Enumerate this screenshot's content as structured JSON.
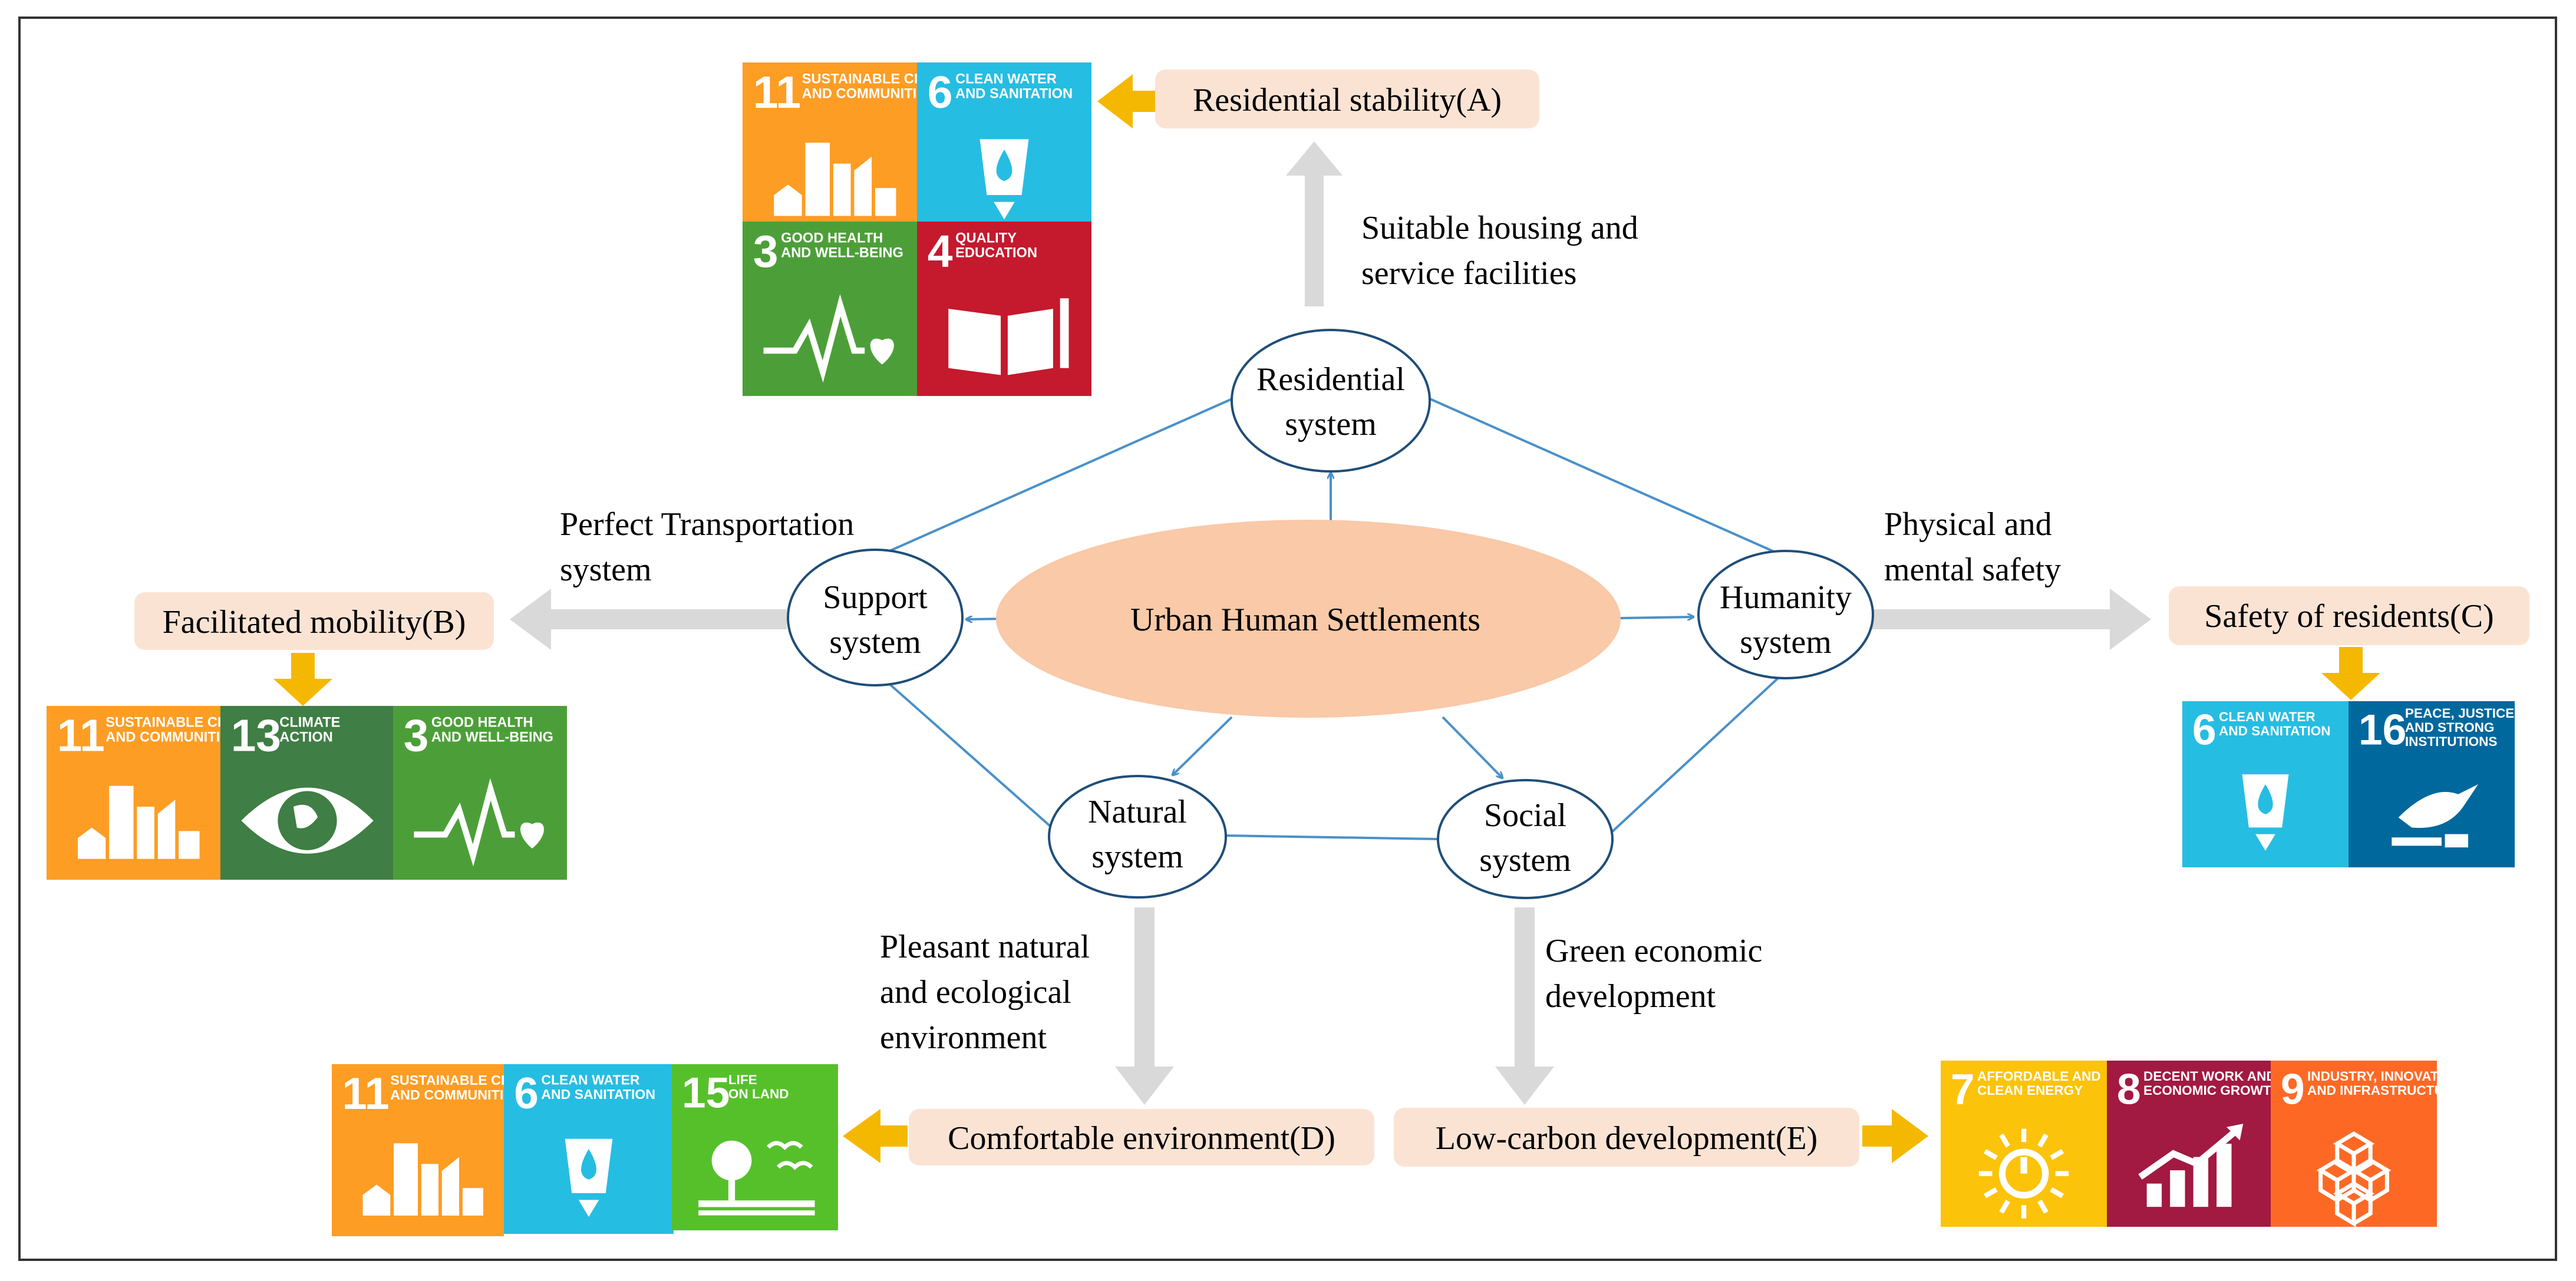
{
  "center": {
    "label": "Urban Human Settlements"
  },
  "systems": {
    "residential": {
      "line1": "Residential",
      "line2": "system"
    },
    "support": {
      "line1": "Support",
      "line2": "system"
    },
    "humanity": {
      "line1": "Humanity",
      "line2": "system"
    },
    "natural": {
      "line1": "Natural",
      "line2": "system"
    },
    "social": {
      "line1": "Social",
      "line2": "system"
    }
  },
  "descriptions": {
    "housing": [
      "Suitable housing and",
      "service facilities"
    ],
    "transport": [
      "Perfect Transportation",
      "system"
    ],
    "safety": [
      "Physical and",
      "mental safety"
    ],
    "natural_env": [
      "Pleasant natural",
      "and ecological",
      "environment"
    ],
    "green": [
      "Green economic",
      "development"
    ]
  },
  "outcomes": {
    "A": "Residential stability(A)",
    "B": "Facilitated mobility(B)",
    "C": "Safety of residents(C)",
    "D": "Comfortable environment(D)",
    "E": "Low-carbon development(E)"
  },
  "sdg": {
    "g3": {
      "num": "3",
      "label": [
        "GOOD HEALTH",
        "AND WELL-BEING"
      ],
      "color": "#4c9f38",
      "icon": "heartbeat-icon"
    },
    "g4": {
      "num": "4",
      "label": [
        "QUALITY",
        "EDUCATION"
      ],
      "color": "#c5192d",
      "icon": "book-icon"
    },
    "g6": {
      "num": "6",
      "label": [
        "CLEAN WATER",
        "AND SANITATION"
      ],
      "color": "#26bde2",
      "icon": "water-cup-icon"
    },
    "g7": {
      "num": "7",
      "label": [
        "AFFORDABLE AND",
        "CLEAN ENERGY"
      ],
      "color": "#fcc30b",
      "icon": "sun-power-icon"
    },
    "g8": {
      "num": "8",
      "label": [
        "DECENT WORK AND",
        "ECONOMIC GROWTH"
      ],
      "color": "#a21942",
      "icon": "growth-chart-icon"
    },
    "g9": {
      "num": "9",
      "label": [
        "INDUSTRY, INNOVATION",
        "AND INFRASTRUCTURE"
      ],
      "color": "#fd6925",
      "icon": "cubes-icon"
    },
    "g11": {
      "num": "11",
      "label": [
        "SUSTAINABLE CITIES",
        "AND COMMUNITIES"
      ],
      "color": "#fd9d24",
      "icon": "city-buildings-icon"
    },
    "g13": {
      "num": "13",
      "label": [
        "CLIMATE",
        "ACTION"
      ],
      "color": "#3f7e44",
      "icon": "earth-eye-icon"
    },
    "g15": {
      "num": "15",
      "label": [
        "LIFE",
        "ON LAND"
      ],
      "color": "#56c02b",
      "icon": "tree-birds-icon"
    },
    "g16": {
      "num": "16",
      "label": [
        "PEACE, JUSTICE",
        "AND STRONG",
        "INSTITUTIONS"
      ],
      "color": "#00689d",
      "icon": "dove-gavel-icon"
    }
  },
  "colors": {
    "line": "#4a90c8",
    "ellipse_stroke": "#1f4e79",
    "center_fill": "#f9c9a8",
    "outcome_fill": "#fbe3d4",
    "grey_arrow": "#d9d9d9",
    "yellow_arrow": "#f5b800"
  }
}
